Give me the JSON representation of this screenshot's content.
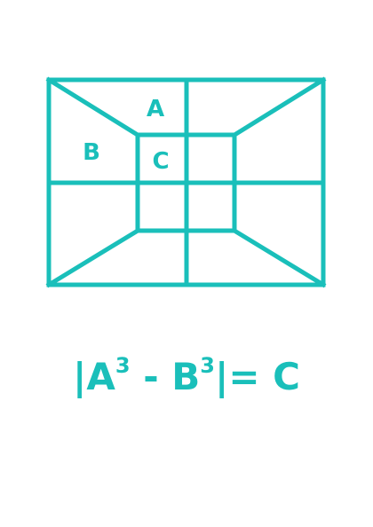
{
  "accent": "#1ABFBA",
  "labels": {
    "a": "A",
    "b": "B",
    "c": "C"
  },
  "formula": {
    "bar_open": "|",
    "base_a": "A",
    "exp_a": "3",
    "minus": " - ",
    "base_b": "B",
    "exp_b": "3",
    "bar_close": "|",
    "equals": "= ",
    "result": "C"
  }
}
